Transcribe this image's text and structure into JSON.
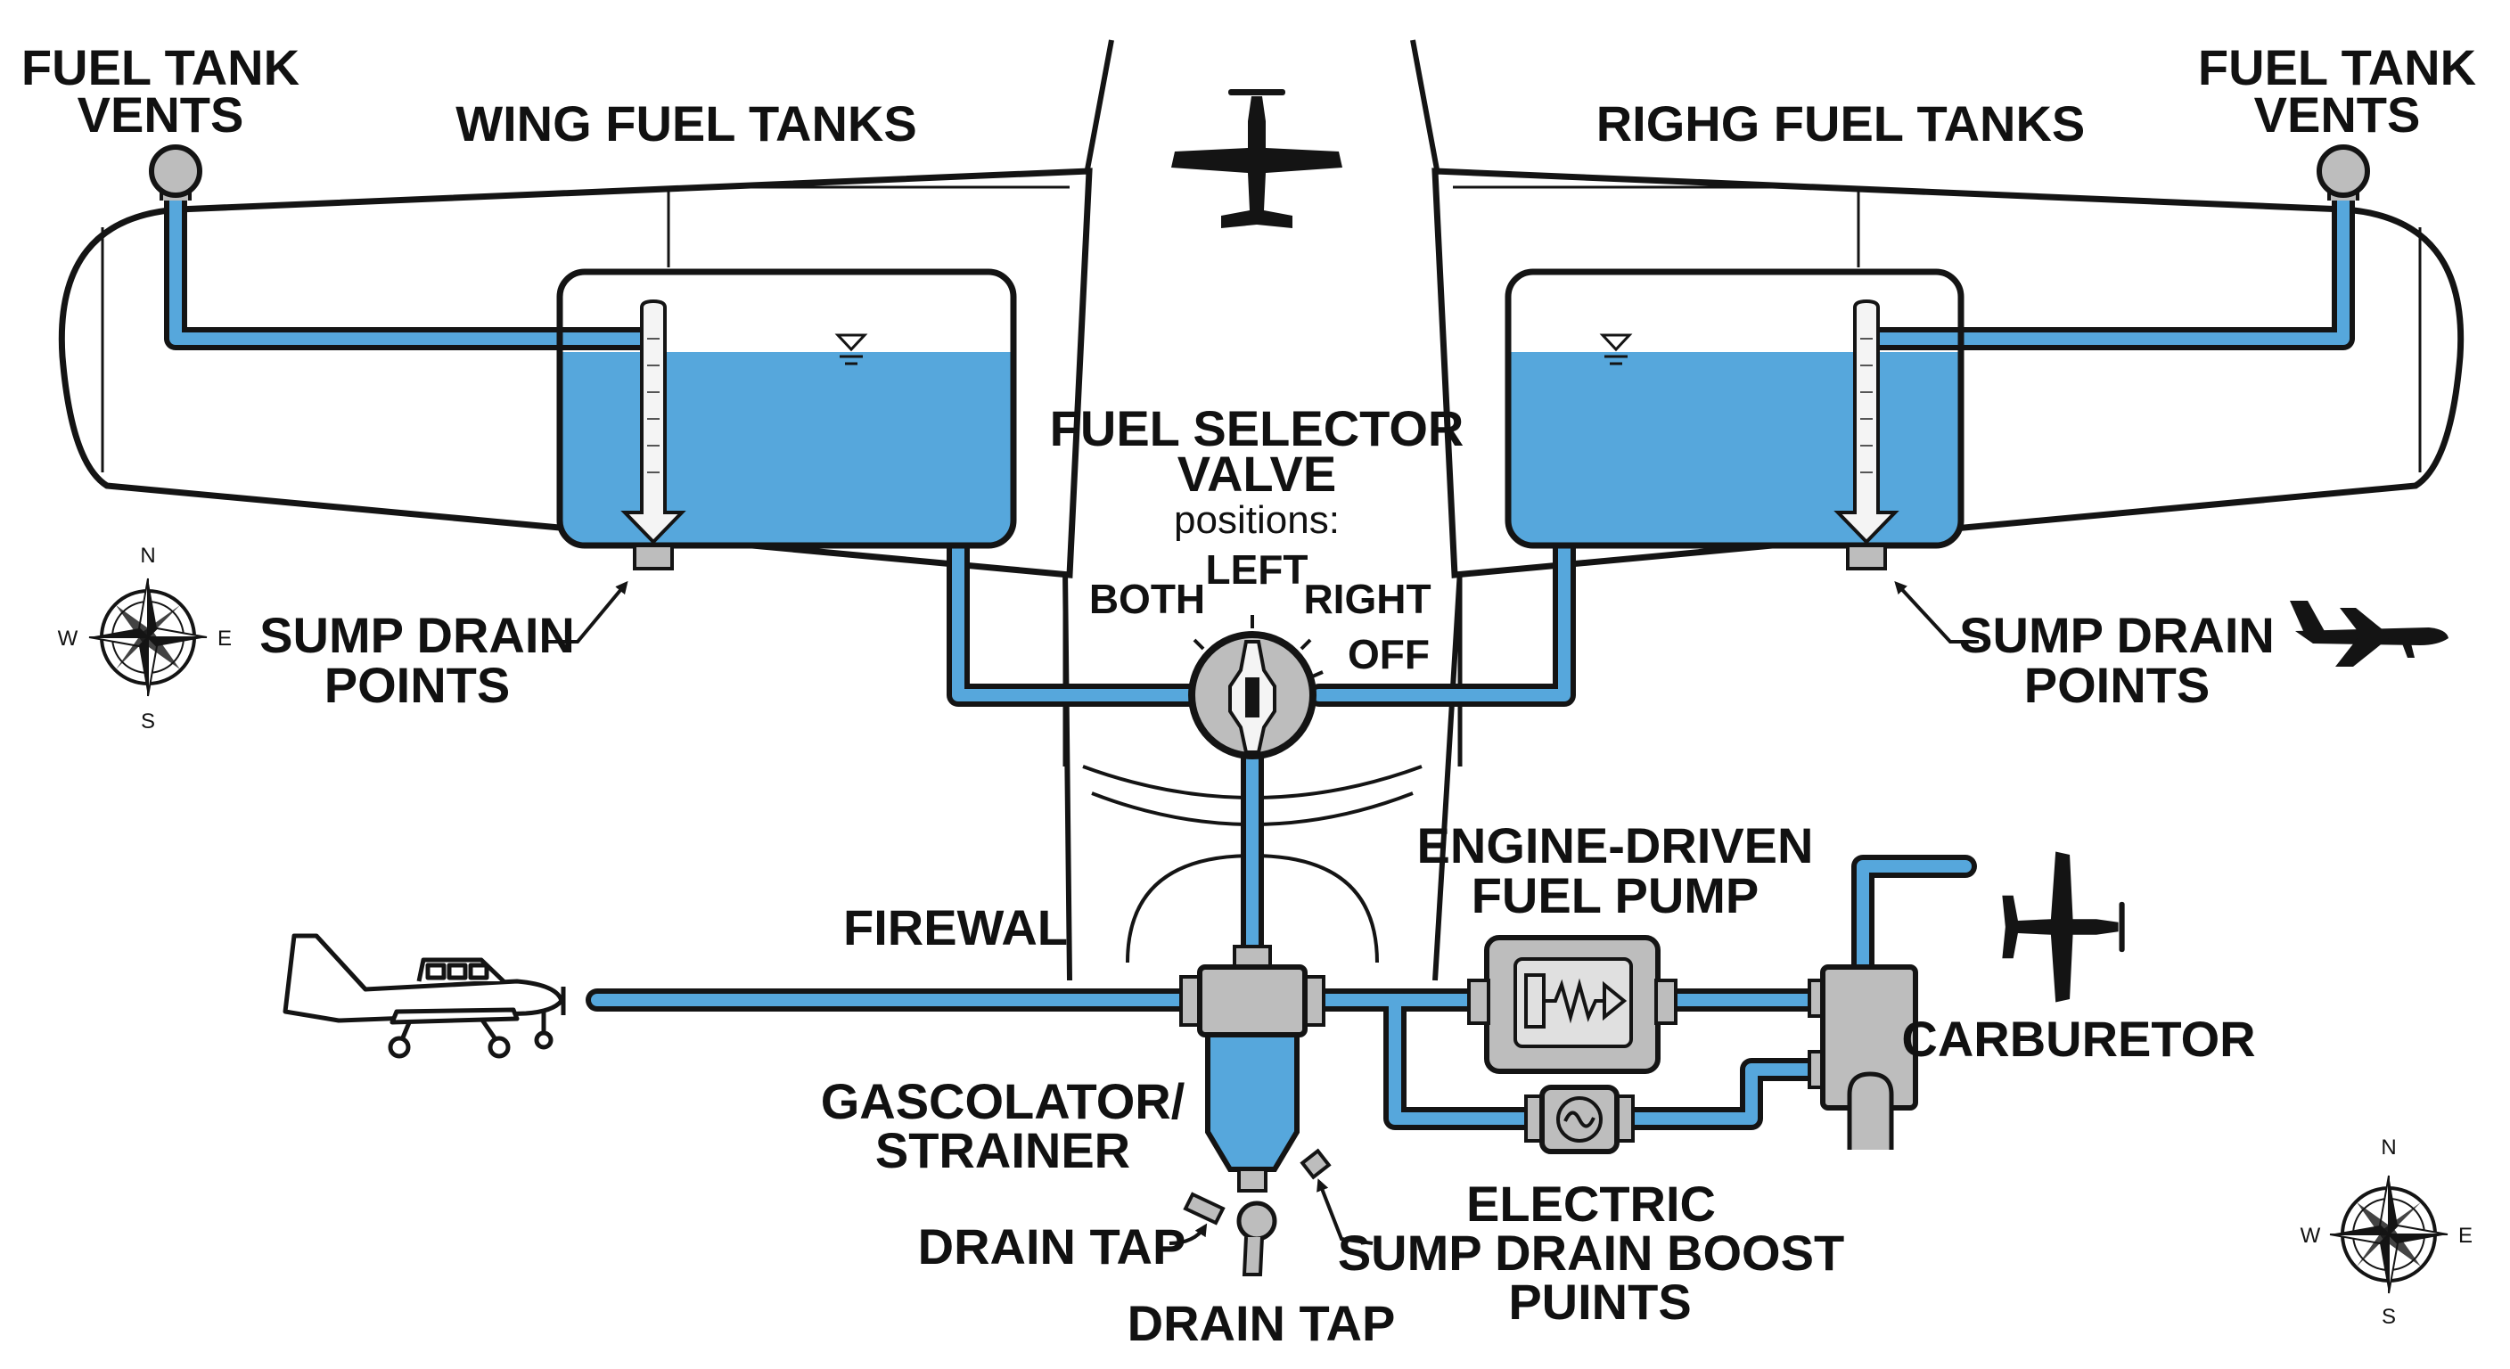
{
  "colors": {
    "fuel": "#56A7DC",
    "outline": "#141414",
    "component": "#BDBDBD",
    "background": "#FFFFFF"
  },
  "labels": {
    "vents_left": [
      "FUEL TANK",
      "VENTS"
    ],
    "vents_right": [
      "FUEL TANK",
      "VENTS"
    ],
    "left_tanks": "WING FUEL TANKS",
    "right_tanks": "RIGHG FUEL TANKS",
    "selector": [
      "FUEL SELECTOR",
      "VALVE"
    ],
    "selector_sub": "positions:",
    "positions": {
      "both": "BOTH",
      "left": "LEFT",
      "right": "RIGHT",
      "off": "OFF"
    },
    "sump_left": [
      "SUMP DRAIN",
      "POINTS"
    ],
    "sump_right": [
      "SUMP DRAIN",
      "POINTS"
    ],
    "firewall": "FIREWAL",
    "engine_pump": [
      "ENGINE-DRIVEN",
      "FUEL PUMP"
    ],
    "carburetor": "CARBURETOR",
    "gascolator": [
      "GASCOLATOR/",
      "STRAINER"
    ],
    "drain_tap_1": "DRAIN TAP",
    "drain_tap_2": "DRAIN TAP",
    "electric_pump": [
      "ELECTRIC",
      "SUMP DRAIN BOOST",
      "PUINTS"
    ]
  },
  "compass": {
    "n": "N",
    "e": "E",
    "s": "S",
    "w": "W"
  },
  "icons": [
    "airplane-top-icon",
    "airplane-side-icon",
    "cessna-side-icon",
    "compass-rose-icon",
    "filter-spring-icon",
    "motor-sine-icon"
  ]
}
